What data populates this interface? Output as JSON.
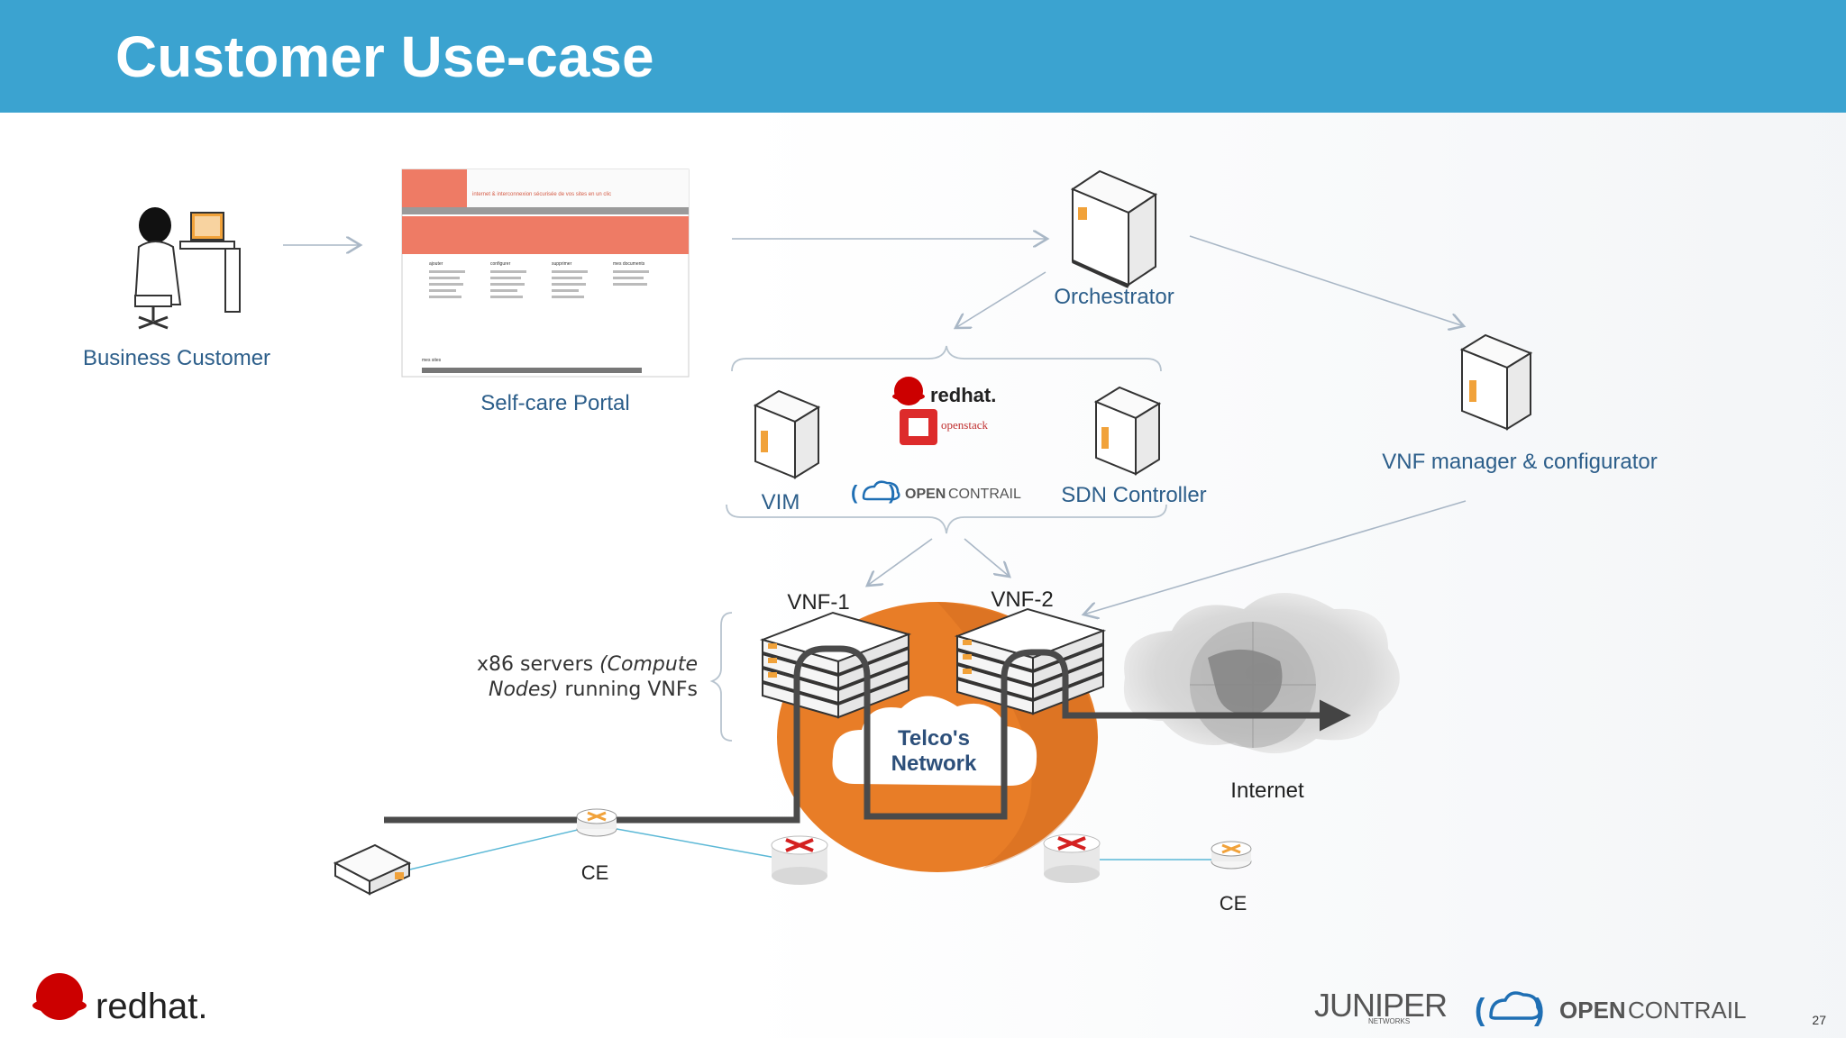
{
  "slide": {
    "title": "Customer Use-case",
    "page_number": "27"
  },
  "nodes": {
    "business_customer": "Business Customer",
    "self_care_portal": "Self-care Portal",
    "orchestrator": "Orchestrator",
    "vnf_manager": "VNF manager & configurator",
    "vim": "VIM",
    "sdn_controller": "SDN Controller",
    "vnf1": "VNF-1",
    "vnf2": "VNF-2",
    "telco_network_line1": "Telco's",
    "telco_network_line2": "Network",
    "internet": "Internet",
    "ce_left": "CE",
    "ce_right": "CE",
    "servers_note_line1_a": "x86 servers ",
    "servers_note_line1_b": "(Compute",
    "servers_note_line2_a": "Nodes)",
    "servers_note_line2_b": " running VNFs"
  },
  "logos": {
    "redhat_small": "redhat.",
    "openstack": "openstack",
    "opencontrail_mid_bold": "OPEN",
    "opencontrail_mid_light": "CONTRAIL",
    "redhat_footer": "redhat.",
    "juniper": "JUNIPER",
    "juniper_sub": "NETWORKS",
    "opencontrail_footer_bold": "OPEN",
    "opencontrail_footer_light": "CONTRAIL"
  },
  "portal": {
    "header_text": "internet & interconnexion sécurisée de vos sites en un clic",
    "col1": "ajouter",
    "col2": "configurer",
    "col3": "supprimer",
    "col4": "mes documents",
    "footer_label": "mes sites"
  },
  "colors": {
    "header": "#3ba3d0",
    "label_blue": "#2c5e8a",
    "telco_orange": "#e87d27",
    "portal_salmon": "#ee7b65"
  }
}
